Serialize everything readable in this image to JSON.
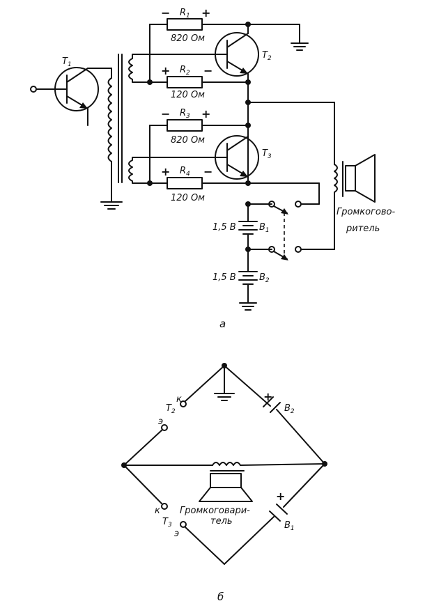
{
  "figure_a": {
    "caption": "а",
    "transistors": {
      "t1": "T",
      "t2": "T",
      "t3": "T"
    },
    "resistors": [
      {
        "ref": "R1",
        "value": "820 Ом"
      },
      {
        "ref": "R2",
        "value": "120 Ом"
      },
      {
        "ref": "R3",
        "value": "820 Ом"
      },
      {
        "ref": "R4",
        "value": "120 Ом"
      }
    ],
    "batteries": [
      {
        "ref": "B1",
        "voltage": "1,5 В"
      },
      {
        "ref": "B2",
        "voltage": "1,5 В"
      }
    ],
    "speaker_label_1": "Громкогово-",
    "speaker_label_2": "ритель",
    "plus": "+",
    "minus": "−"
  },
  "figure_b": {
    "caption": "б",
    "t2": "T",
    "t3": "T",
    "k": "к",
    "e": "э",
    "b1": "B",
    "b2": "B",
    "speaker_label_1": "Громкоговари-",
    "speaker_label_2": "тель",
    "plus": "+"
  }
}
